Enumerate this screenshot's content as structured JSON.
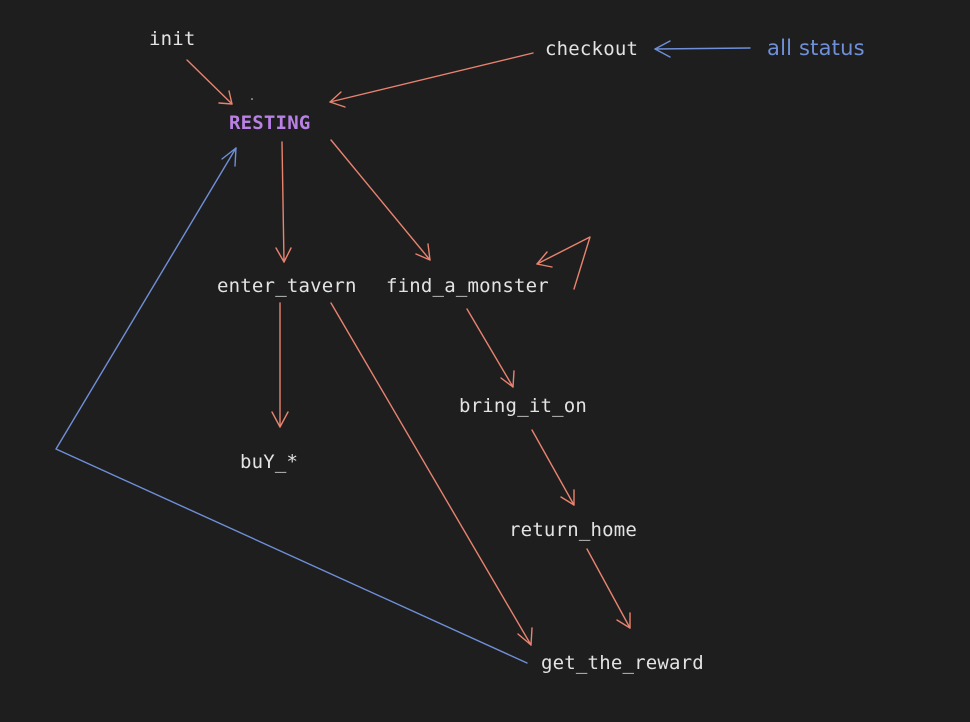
{
  "diagram": {
    "nodes": [
      {
        "id": "init",
        "label": "init"
      },
      {
        "id": "checkout",
        "label": "checkout"
      },
      {
        "id": "all_status",
        "label": "all status"
      },
      {
        "id": "resting",
        "label": "RESTING"
      },
      {
        "id": "enter_tavern",
        "label": "enter_tavern"
      },
      {
        "id": "find_a_monster",
        "label": "find_a_monster"
      },
      {
        "id": "buy",
        "label": "buY_*"
      },
      {
        "id": "bring_it_on",
        "label": "bring_it_on"
      },
      {
        "id": "return_home",
        "label": "return_home"
      },
      {
        "id": "get_the_reward",
        "label": "get_the_reward"
      }
    ],
    "edges": [
      {
        "from": "init",
        "to": "resting",
        "color": "#e8836f"
      },
      {
        "from": "checkout",
        "to": "resting",
        "color": "#e8836f"
      },
      {
        "from": "all_status",
        "to": "checkout",
        "color": "#6f8fd8"
      },
      {
        "from": "resting",
        "to": "enter_tavern",
        "color": "#e8836f"
      },
      {
        "from": "resting",
        "to": "find_a_monster",
        "color": "#e8836f"
      },
      {
        "from": "find_a_monster",
        "to": "find_a_monster",
        "color": "#e8836f"
      },
      {
        "from": "enter_tavern",
        "to": "buy",
        "color": "#e8836f"
      },
      {
        "from": "enter_tavern",
        "to": "get_the_reward",
        "color": "#e8836f"
      },
      {
        "from": "find_a_monster",
        "to": "bring_it_on",
        "color": "#e8836f"
      },
      {
        "from": "bring_it_on",
        "to": "return_home",
        "color": "#e8836f"
      },
      {
        "from": "return_home",
        "to": "get_the_reward",
        "color": "#e8836f"
      },
      {
        "from": "get_the_reward",
        "to": "resting",
        "color": "#6f8fd8"
      }
    ]
  }
}
